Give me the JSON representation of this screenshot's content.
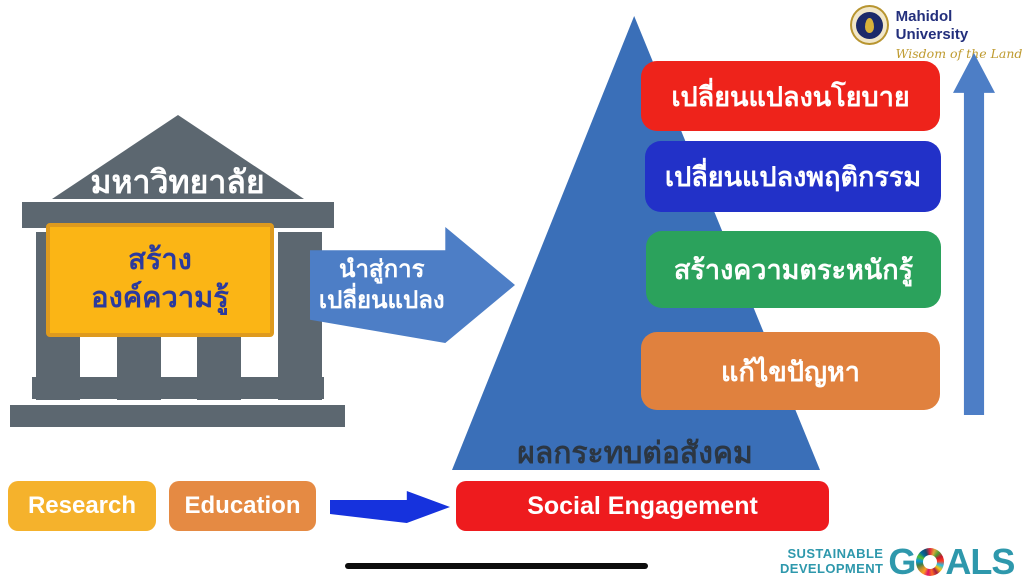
{
  "mahidol": {
    "name": "Mahidol University",
    "tagline": "Wisdom of the Land"
  },
  "building": {
    "title": "มหาวิทยาลัย",
    "knowledge_line1": "สร้าง",
    "knowledge_line2": "องค์ความรู้"
  },
  "arrow": {
    "line1": "นำสู่การ",
    "line2": "เปลี่ยนแปลง"
  },
  "pyramid": {
    "levels": [
      {
        "label": "เปลี่ยนแปลงนโยบาย",
        "color": "#ee231b"
      },
      {
        "label": "เปลี่ยนแปลงพฤติกรรม",
        "color": "#2231c8"
      },
      {
        "label": "สร้างความตระหนักรู้",
        "color": "#2ba25c"
      },
      {
        "label": "แก้ไขปัญหา",
        "color": "#e0813e"
      }
    ],
    "caption": "ผลกระทบต่อสังคม"
  },
  "bottom": {
    "research": "Research",
    "education": "Education",
    "engagement": "Social Engagement"
  },
  "sdg": {
    "line1": "SUSTAINABLE",
    "line2": "DEVELOPMENT",
    "goals_g": "G",
    "goals_als": "ALS"
  },
  "colors": {
    "building": "#5c6770",
    "knowledge_bg": "#fbb515",
    "knowledge_text": "#2b3a9e",
    "change_arrow": "#4d7ec6",
    "triangle": "#3a6fb8",
    "up_arrow": "#4d7ec6",
    "research": "#f5b22c",
    "education": "#e58a43",
    "engagement": "#ee1b1e",
    "flow_arrow": "#1632dd",
    "sdg_teal": "#2e98ac",
    "caption_text": "#2c3642"
  }
}
